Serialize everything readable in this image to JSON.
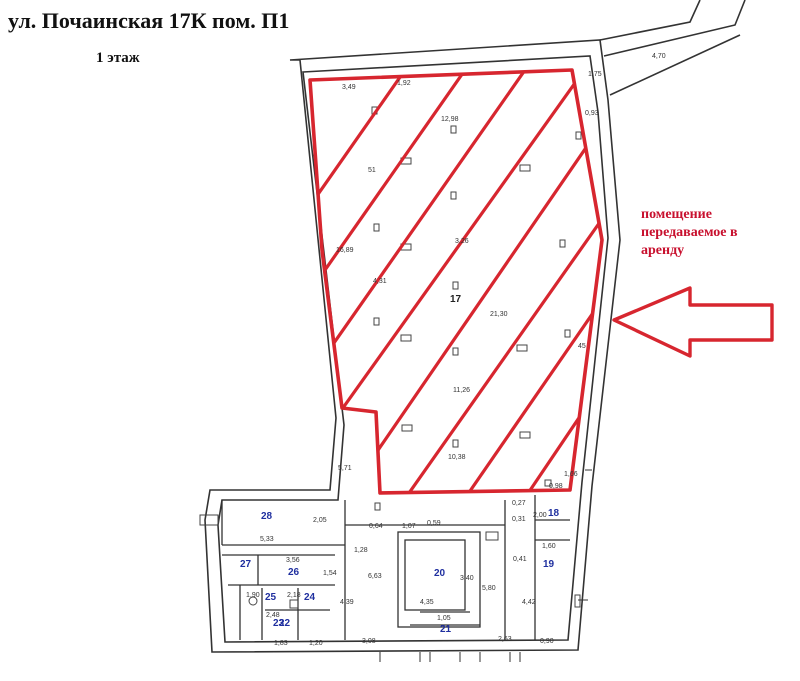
{
  "header": {
    "title": "ул. Почаинская 17К пом. П1",
    "floor": "1 этаж"
  },
  "annotation": {
    "line1": "помещение",
    "line2": "передаваемое в",
    "line3": "аренду"
  },
  "colors": {
    "highlight": "#d7262f",
    "walls": "#333333",
    "room_numbers": "#1f2f9f"
  },
  "rooms": {
    "r17": "17",
    "r18": "18",
    "r19": "19",
    "r20": "20",
    "r21": "21",
    "r22": "22",
    "r23": "23",
    "r24": "24",
    "r25": "25",
    "r26": "26",
    "r27": "27",
    "r28": "28"
  },
  "dimensions": {
    "d_349": "3,49",
    "d_192": "1,92",
    "d_1298": "12,98",
    "d_175": "1,75",
    "d_470": "4,70",
    "d_093": "0,93",
    "d_051": "51",
    "d_1689": "16,89",
    "d_326": "3,26",
    "d_431": "4,31",
    "d_2130": "21,30",
    "d_045": "45",
    "d_1126": "11,26",
    "d_1038": "10,38",
    "d_166": "1,66",
    "d_098": "0,98",
    "d_027": "0,27",
    "d_031": "0,31",
    "d_200": "2,00",
    "d_571": "5,71",
    "d_205": "2,05",
    "d_533": "5,33",
    "d_064": "0,64",
    "d_107": "1,07",
    "d_059": "0,59",
    "d_128": "1,28",
    "d_356": "3,56",
    "d_154": "1,54",
    "d_663": "6,63",
    "d_340": "3,40",
    "d_580": "5,80",
    "d_160": "1,60",
    "d_041": "0,41",
    "d_442": "4,42",
    "d_439": "4,39",
    "d_435": "4,35",
    "d_190": "1,90",
    "d_218": "2,18",
    "d_248": "2,48",
    "d_105": "1,05",
    "d_183": "1,83",
    "d_120": "1,20",
    "d_308": "3,08",
    "d_263": "2,63",
    "d_090": "0,90"
  }
}
